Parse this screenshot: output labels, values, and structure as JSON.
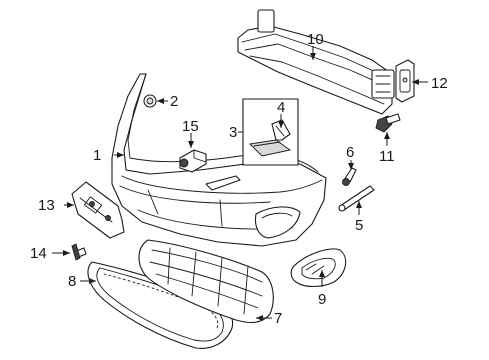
{
  "callouts": {
    "c1": "1",
    "c2": "2",
    "c3": "3",
    "c4": "4",
    "c5": "5",
    "c6": "6",
    "c7": "7",
    "c8": "8",
    "c9": "9",
    "c10": "10",
    "c11": "11",
    "c12": "12",
    "c13": "13",
    "c14": "14",
    "c15": "15"
  },
  "colors": {
    "line": "#1a1a1a",
    "background": "#ffffff"
  }
}
